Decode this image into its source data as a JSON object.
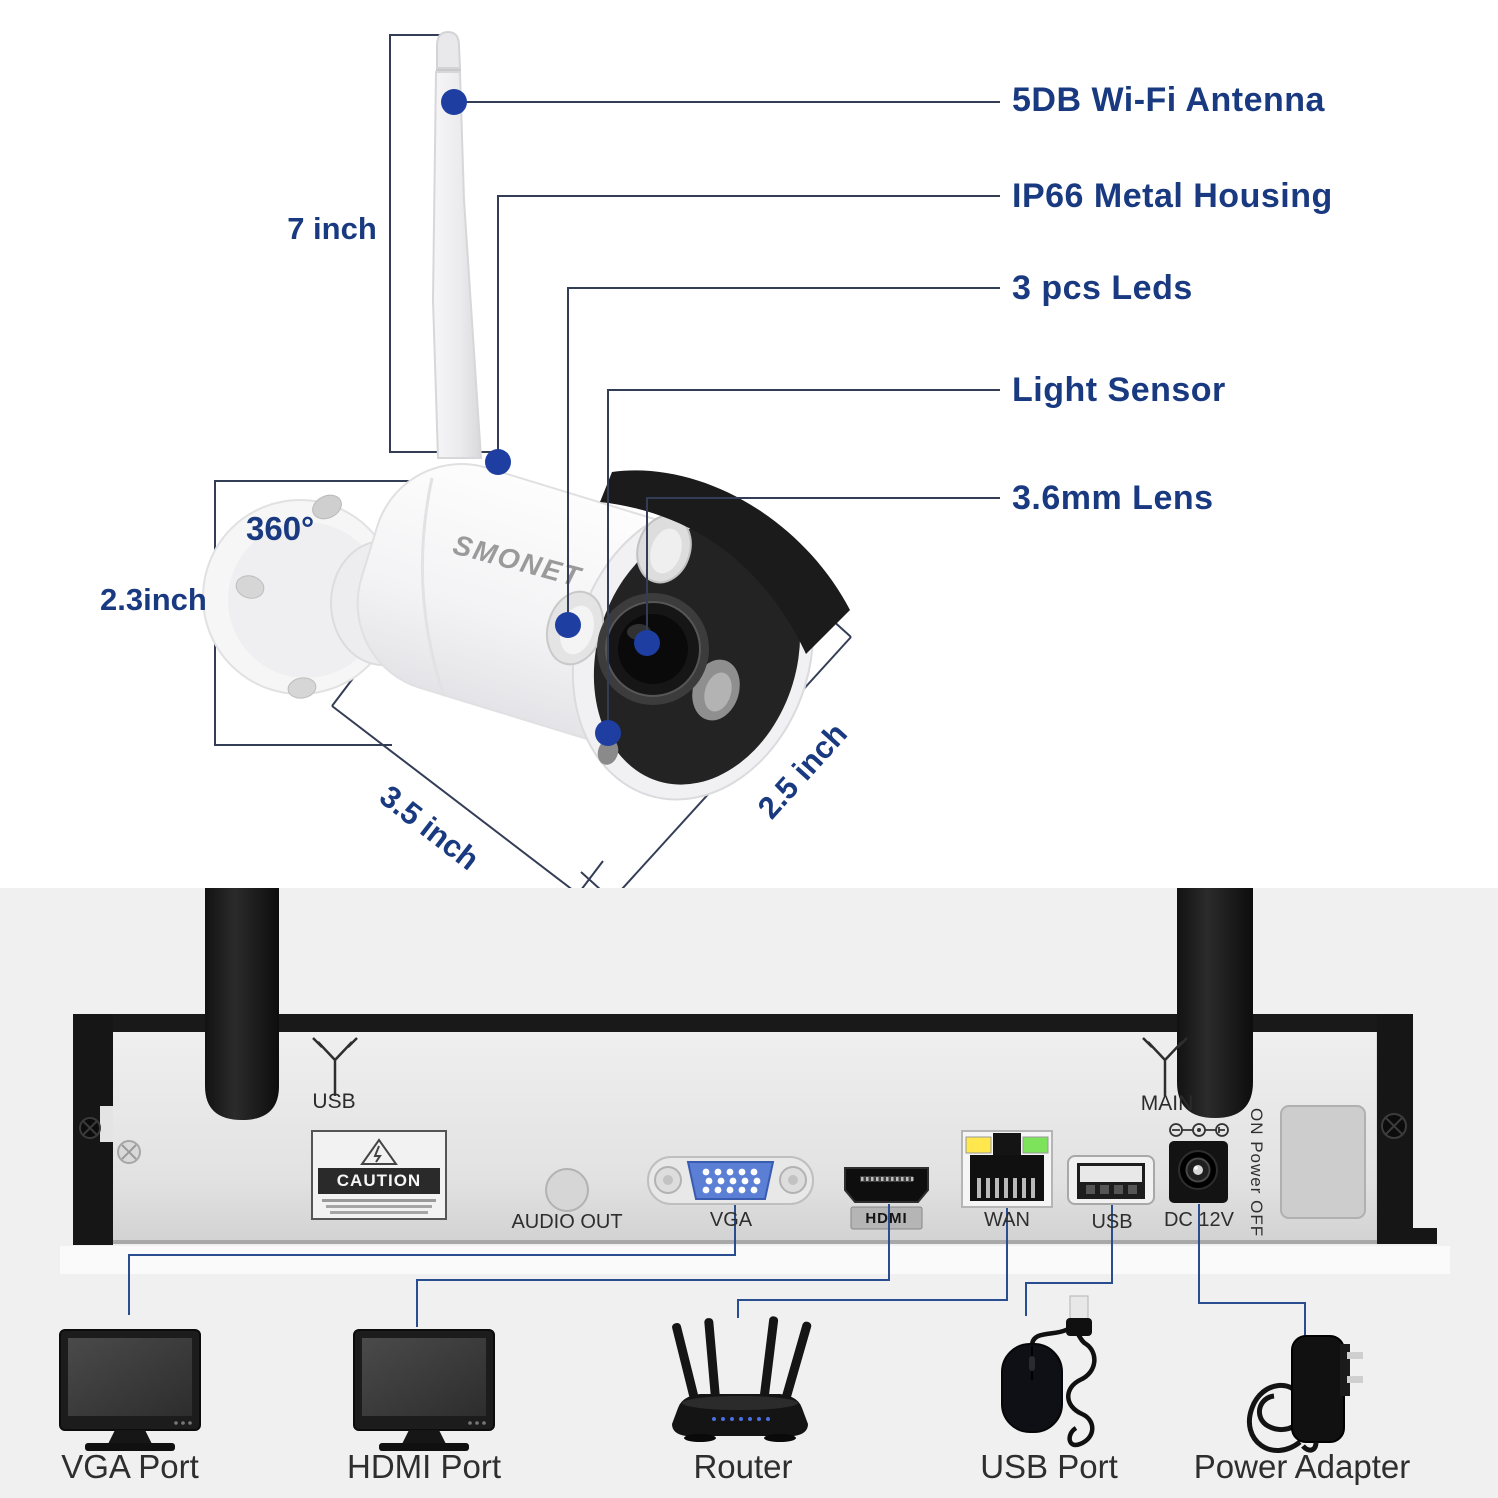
{
  "camera": {
    "brand_logo": "SMONET",
    "callouts": [
      {
        "label": "5DB Wi-Fi Antenna"
      },
      {
        "label": "IP66 Metal Housing"
      },
      {
        "label": "3 pcs Leds"
      },
      {
        "label": "Light Sensor"
      },
      {
        "label": "3.6mm Lens"
      }
    ],
    "dimensions": {
      "antenna": "7 inch",
      "rotation": "360°",
      "mount": "2.3inch",
      "length": "3.5 inch",
      "diameter": "2.5 inch"
    }
  },
  "nvr": {
    "antenna_left": "USB",
    "antenna_right": "MAIN",
    "caution_title": "CAUTION",
    "audio_label": "AUDIO OUT",
    "vga_label": "VGA",
    "hdmi_badge": "HDMI",
    "wan_label": "WAN",
    "usb_label": "USB",
    "dc_label": "DC 12V",
    "power_label": "ON Power OFF"
  },
  "legend": {
    "items": [
      {
        "label": "VGA Port"
      },
      {
        "label": "HDMI Port"
      },
      {
        "label": "Router"
      },
      {
        "label": "USB Port"
      },
      {
        "label": "Power Adapter"
      }
    ]
  },
  "colors": {
    "accent_text": "#193a80",
    "callout_line": "#343d56",
    "connector_line": "#2a4d8f",
    "dot_blue": "#1e3ea1",
    "led_yellow": "#ffe74d",
    "led_green": "#7de35b",
    "vga_blue": "#5b7fd4"
  }
}
